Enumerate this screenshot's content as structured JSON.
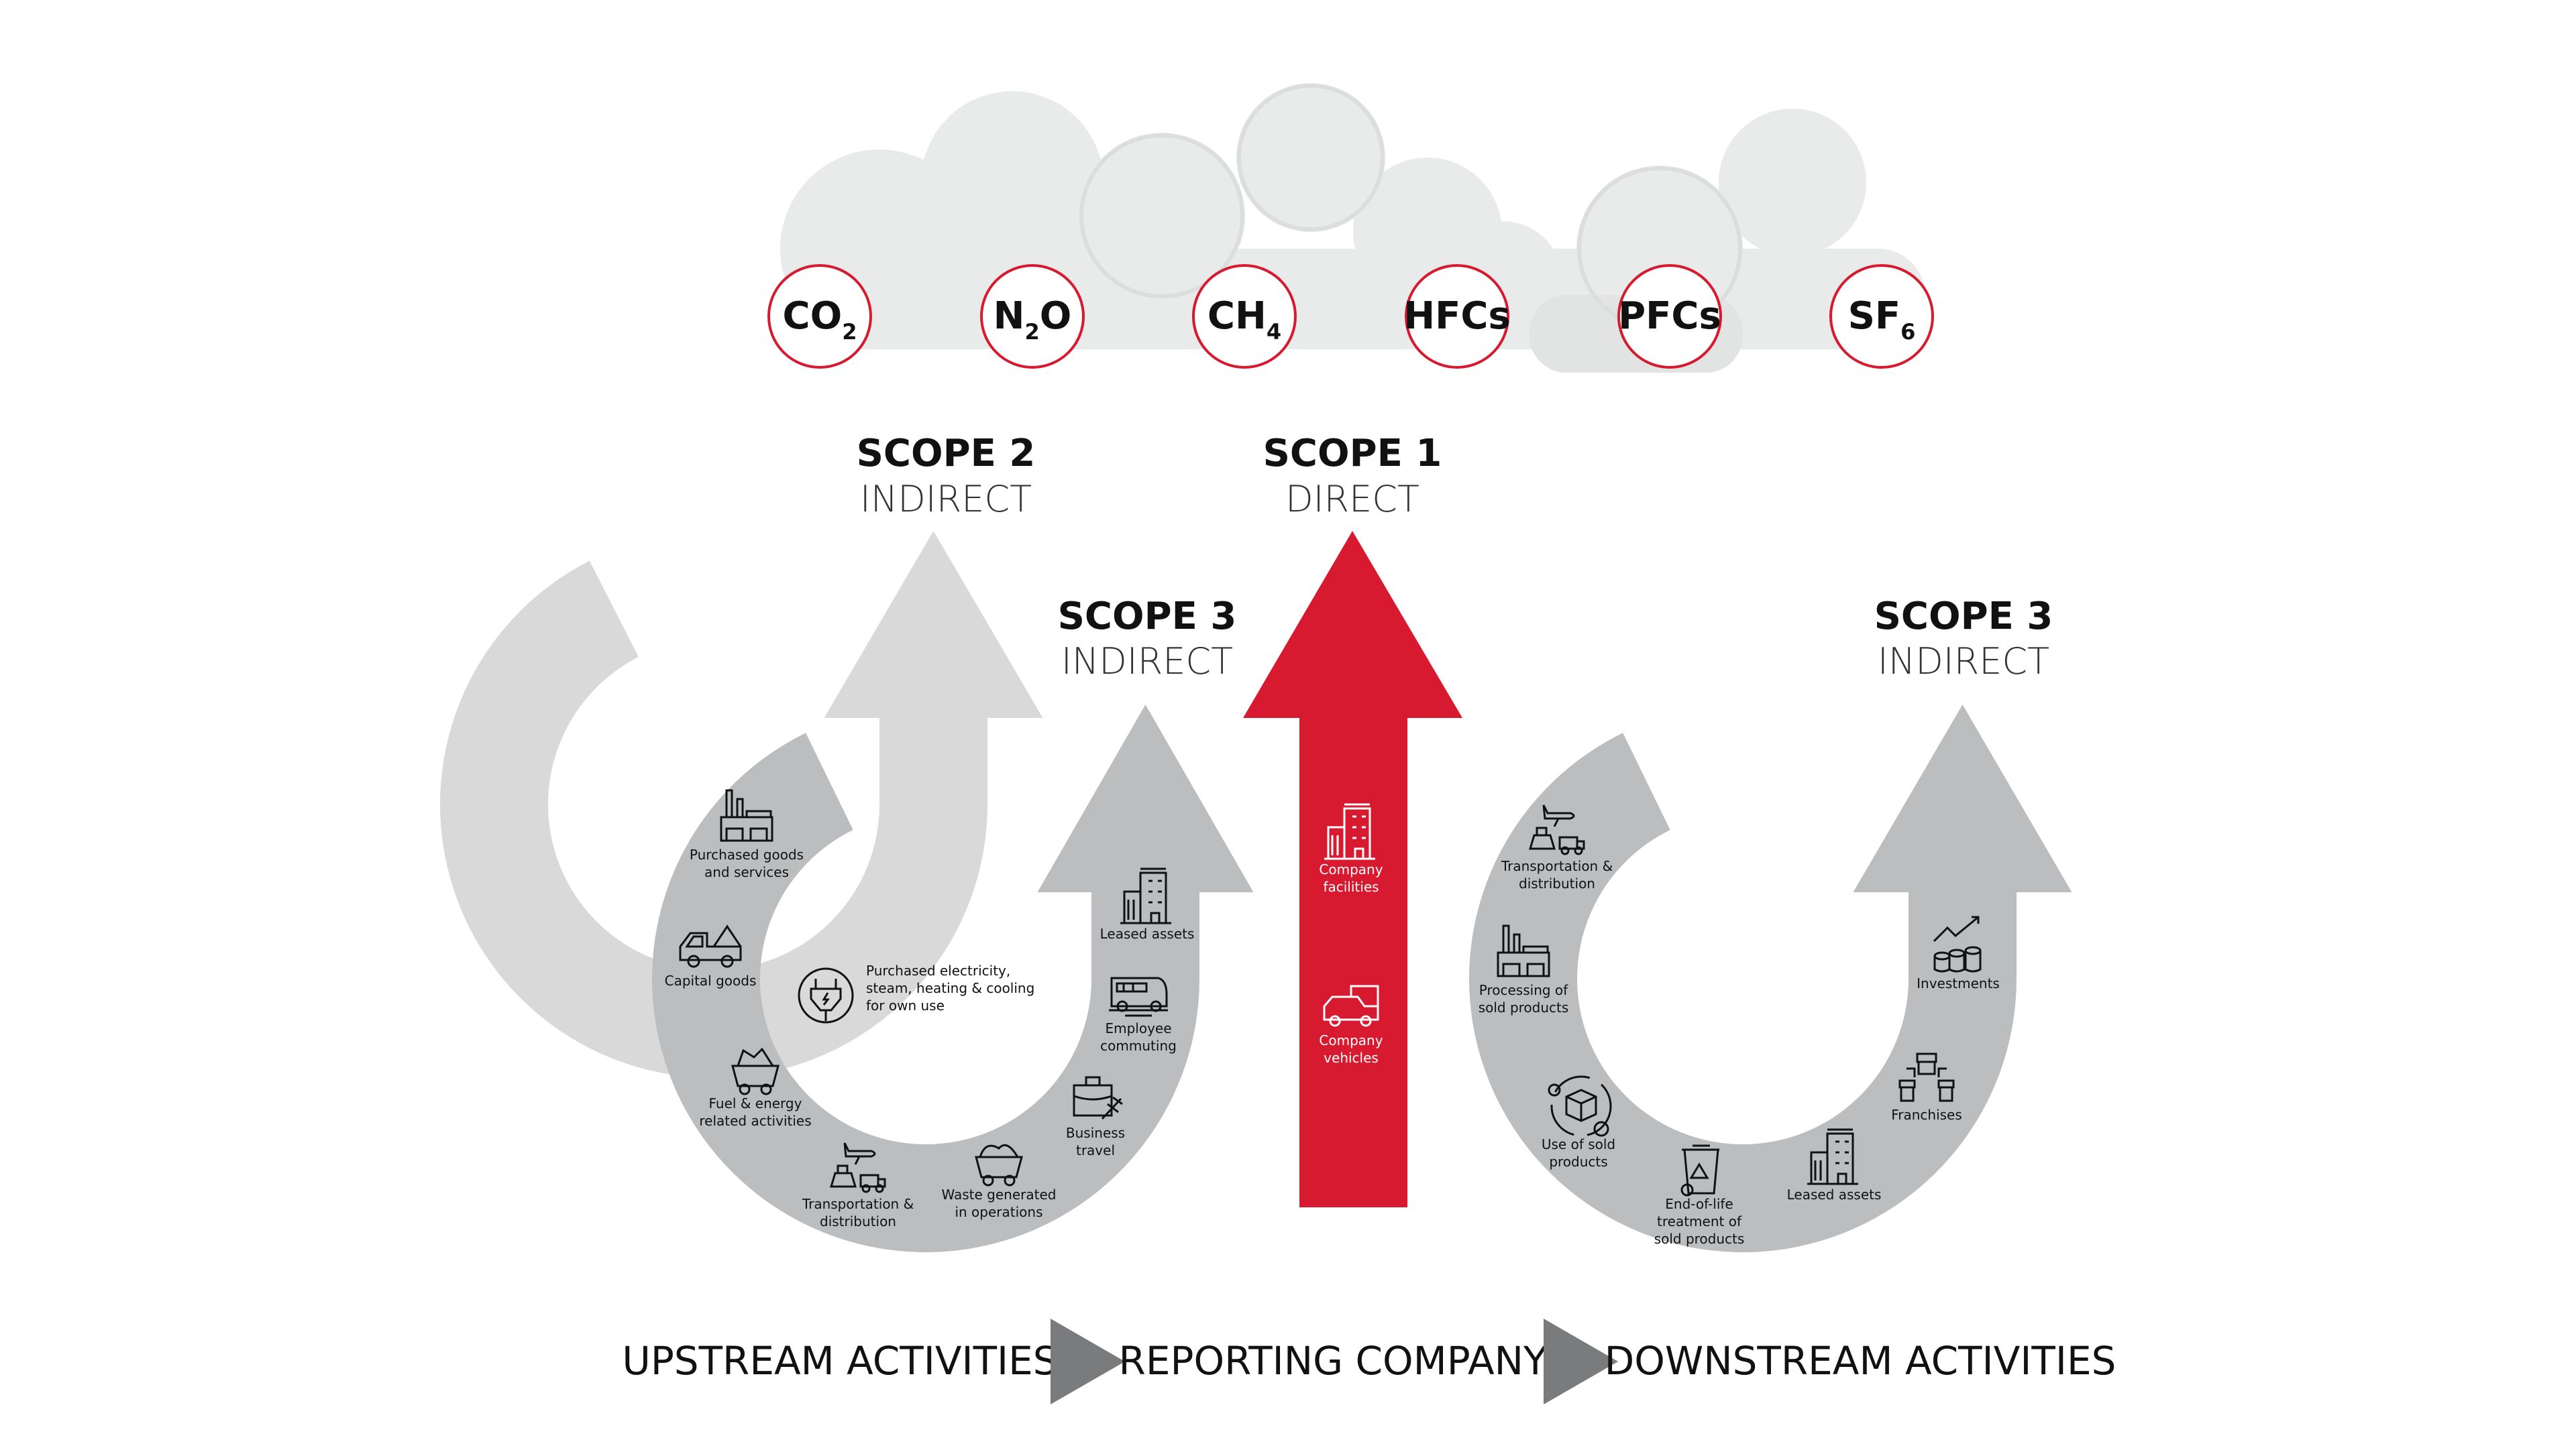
{
  "colors": {
    "scope1_red": "#d71a2f",
    "scope2_light_grey": "#d9d9d9",
    "scope3_grey": "#bcbdbf",
    "cloud": "#e9eaea",
    "flow_triangle": "#7a7b7d"
  },
  "gases": [
    {
      "main": "CO",
      "sub": "2"
    },
    {
      "main": "N",
      "sub": "2",
      "tail": "O"
    },
    {
      "main": "CH",
      "sub": "4"
    },
    {
      "main": "HFCs"
    },
    {
      "main": "PFCs"
    },
    {
      "main": "SF",
      "sub": "6"
    }
  ],
  "scopes": {
    "scope2": {
      "title": "SCOPE 2",
      "type": "INDIRECT"
    },
    "scope1": {
      "title": "SCOPE 1",
      "type": "DIRECT"
    },
    "scope3_upstream": {
      "title": "SCOPE 3",
      "type": "INDIRECT"
    },
    "scope3_downstream": {
      "title": "SCOPE 3",
      "type": "INDIRECT"
    }
  },
  "activities": {
    "upstream": [
      {
        "icon": "factory-icon",
        "lines": [
          "Purchased goods",
          "and services"
        ]
      },
      {
        "icon": "truck-icon",
        "lines": [
          "Capital goods"
        ]
      },
      {
        "icon": "plug-icon",
        "lines": [
          "Purchased electricity,",
          "steam, heating & cooling",
          "for own use"
        ]
      },
      {
        "icon": "mine-cart-icon",
        "lines": [
          "Fuel & energy",
          "related activities"
        ]
      },
      {
        "icon": "plane-ship-truck-icon",
        "lines": [
          "Transportation &",
          "distribution"
        ]
      },
      {
        "icon": "waste-cart-icon",
        "lines": [
          "Waste generated",
          "in operations"
        ]
      },
      {
        "icon": "briefcase-plane-icon",
        "lines": [
          "Business",
          "travel"
        ]
      },
      {
        "icon": "bus-icon",
        "lines": [
          "Employee",
          "commuting"
        ]
      },
      {
        "icon": "building-icon",
        "lines": [
          "Leased assets"
        ]
      }
    ],
    "company": [
      {
        "icon": "building-icon",
        "lines": [
          "Company",
          "facilities"
        ]
      },
      {
        "icon": "car-truck-icon",
        "lines": [
          "Company",
          "vehicles"
        ]
      }
    ],
    "downstream": [
      {
        "icon": "plane-ship-truck-icon",
        "lines": [
          "Transportation &",
          "distribution"
        ]
      },
      {
        "icon": "factory-icon",
        "lines": [
          "Processing of",
          "sold products"
        ]
      },
      {
        "icon": "box-cycle-icon",
        "lines": [
          "Use of sold",
          "products"
        ]
      },
      {
        "icon": "recycle-bin-icon",
        "lines": [
          "End-of-life",
          "treatment of",
          "sold products"
        ]
      },
      {
        "icon": "building-icon",
        "lines": [
          "Leased assets"
        ]
      },
      {
        "icon": "franchise-stores-icon",
        "lines": [
          "Franchises"
        ]
      },
      {
        "icon": "coins-chart-icon",
        "lines": [
          "Investments"
        ]
      }
    ]
  },
  "flow": {
    "upstream": "UPSTREAM ACTIVITIES",
    "reporting": "REPORTING COMPANY",
    "downstream": "DOWNSTREAM ACTIVITIES"
  }
}
